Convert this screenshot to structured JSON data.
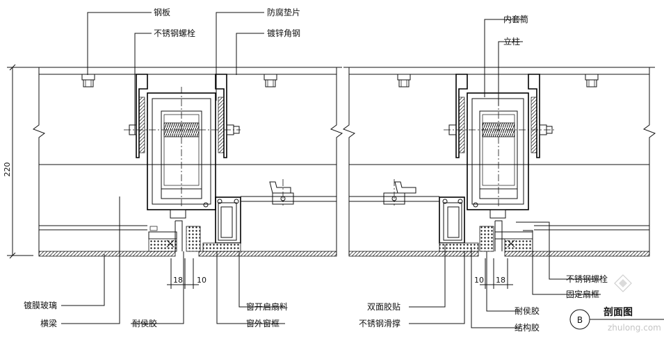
{
  "dimensions": {
    "height": "220",
    "dim_left_a": "18",
    "dim_left_b": "10",
    "dim_right_a": "10",
    "dim_right_b": "18"
  },
  "labels": {
    "steel_plate": "钢板",
    "ss_bolt_top": "不锈钢螺栓",
    "anti_corrosion_pad": "防腐垫片",
    "galvanized_angle": "镀锌角钢",
    "inner_sleeve": "内套筒",
    "mullion": "立柱",
    "coated_glass": "镀膜玻璃",
    "transom": "横梁",
    "weather_sealant_left": "耐侯胶",
    "window_sash": "窗开启扇料",
    "window_frame": "窗外窗框",
    "double_tape": "双面胶贴",
    "ss_stay": "不锈钢滑撑",
    "weather_sealant_right": "耐侯胶",
    "structural_sealant": "结构胶",
    "ss_bolt_right": "不锈钢螺栓",
    "fixed_frame": "固定扇框"
  },
  "section": {
    "marker": "B",
    "title": "剖面图"
  },
  "watermark": "zhulong.com"
}
